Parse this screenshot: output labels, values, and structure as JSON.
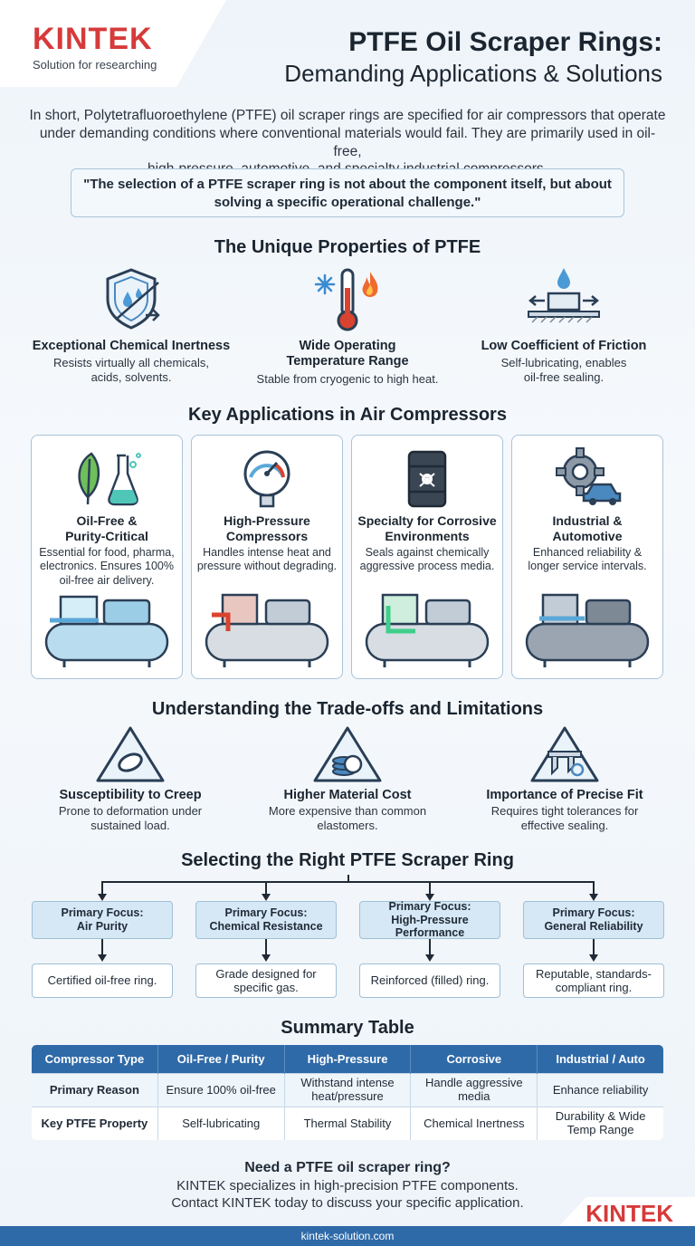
{
  "brand": {
    "logo": "KINTEK",
    "tagline": "Solution for researching",
    "accent": "#d63a3a",
    "blue": "#2f6aa8"
  },
  "header": {
    "title_line1": "PTFE Oil Scraper Rings:",
    "title_line2": "Demanding Applications & Solutions"
  },
  "intro": {
    "line1": "In short, Polytetrafluoroethylene (PTFE) oil scraper rings are specified for air compressors that operate",
    "line2": "under demanding conditions where conventional materials would fail. They are primarily used in oil-free,",
    "line3": "high-pressure, automotive, and specialty industrial compressors."
  },
  "quote": {
    "line1": "\"The selection of a PTFE scraper ring is not about the component itself, but about",
    "line2": "solving a specific operational challenge.\""
  },
  "properties": {
    "heading": "The Unique Properties of PTFE",
    "items": [
      {
        "icon": "shield-drop-icon",
        "title1": "Exceptional Chemical Inertness",
        "title2": "",
        "desc1": "Resists virtually all chemicals,",
        "desc2": "acids, solvents."
      },
      {
        "icon": "thermometer-icon",
        "title1": "Wide Operating",
        "title2": "Temperature Range",
        "desc1": "Stable from cryogenic to high heat.",
        "desc2": ""
      },
      {
        "icon": "friction-block-icon",
        "title1": "Low Coefficient of Friction",
        "title2": "",
        "desc1": "Self-lubricating, enables",
        "desc2": "oil-free sealing."
      }
    ]
  },
  "applications": {
    "heading": "Key Applications in Air Compressors",
    "items": [
      {
        "icon": "leaf-flask-icon",
        "title1": "Oil-Free &",
        "title2": "Purity-Critical",
        "desc1": "Essential for food, pharma,",
        "desc2": "electronics. Ensures 100%",
        "desc3": "oil-free air delivery."
      },
      {
        "icon": "pressure-gauge-icon",
        "title1": "High-Pressure",
        "title2": "Compressors",
        "desc1": "Handles intense heat and",
        "desc2": "pressure without degrading.",
        "desc3": ""
      },
      {
        "icon": "chemical-barrel-icon",
        "title1": "Specialty for Corrosive",
        "title2": "Environments",
        "desc1": "Seals against chemically",
        "desc2": "aggressive process media.",
        "desc3": ""
      },
      {
        "icon": "gear-car-icon",
        "title1": "Industrial &",
        "title2": "Automotive",
        "desc1": "Enhanced reliability &",
        "desc2": "longer service intervals.",
        "desc3": ""
      }
    ]
  },
  "tradeoffs": {
    "heading": "Understanding the Trade-offs and Limitations",
    "items": [
      {
        "icon": "creep-warning-icon",
        "title": "Susceptibility to Creep",
        "desc1": "Prone to deformation under",
        "desc2": "sustained load."
      },
      {
        "icon": "cost-warning-icon",
        "title": "Higher Material Cost",
        "desc1": "More expensive than common",
        "desc2": "elastomers."
      },
      {
        "icon": "caliper-warning-icon",
        "title": "Importance of Precise Fit",
        "desc1": "Requires tight tolerances for",
        "desc2": "effective sealing."
      }
    ]
  },
  "selection": {
    "heading": "Selecting the Right PTFE Scraper Ring",
    "items": [
      {
        "focus1": "Primary Focus:",
        "focus2": "Air Purity",
        "focus3": "",
        "result1": "Certified oil-free ring.",
        "result2": ""
      },
      {
        "focus1": "Primary Focus:",
        "focus2": "Chemical Resistance",
        "focus3": "",
        "result1": "Grade designed for",
        "result2": "specific gas."
      },
      {
        "focus1": "Primary Focus:",
        "focus2": "High-Pressure",
        "focus3": "Performance",
        "result1": "Reinforced (filled) ring.",
        "result2": ""
      },
      {
        "focus1": "Primary Focus:",
        "focus2": "General Reliability",
        "focus3": "",
        "result1": "Reputable, standards-",
        "result2": "compliant ring."
      }
    ]
  },
  "summary": {
    "heading": "Summary Table",
    "headers": [
      "Compressor Type",
      "Oil-Free / Purity",
      "High-Pressure",
      "Corrosive",
      "Industrial / Auto"
    ],
    "rows": [
      {
        "label": "Primary Reason",
        "cells": [
          [
            "Ensure 100% oil-free",
            ""
          ],
          [
            "Withstand intense",
            "heat/pressure"
          ],
          [
            "Handle aggressive",
            "media"
          ],
          [
            "Enhance reliability",
            ""
          ]
        ]
      },
      {
        "label": "Key PTFE Property",
        "cells": [
          [
            "Self-lubricating",
            ""
          ],
          [
            "Thermal Stability",
            ""
          ],
          [
            "Chemical Inertness",
            ""
          ],
          [
            "Durability & Wide",
            "Temp Range"
          ]
        ]
      }
    ]
  },
  "cta": {
    "title": "Need a PTFE oil scraper ring?",
    "line1": "KINTEK specializes in high-precision PTFE components.",
    "line2": "Contact KINTEK today to discuss your specific application."
  },
  "footer": {
    "url": "kintek-solution.com"
  }
}
